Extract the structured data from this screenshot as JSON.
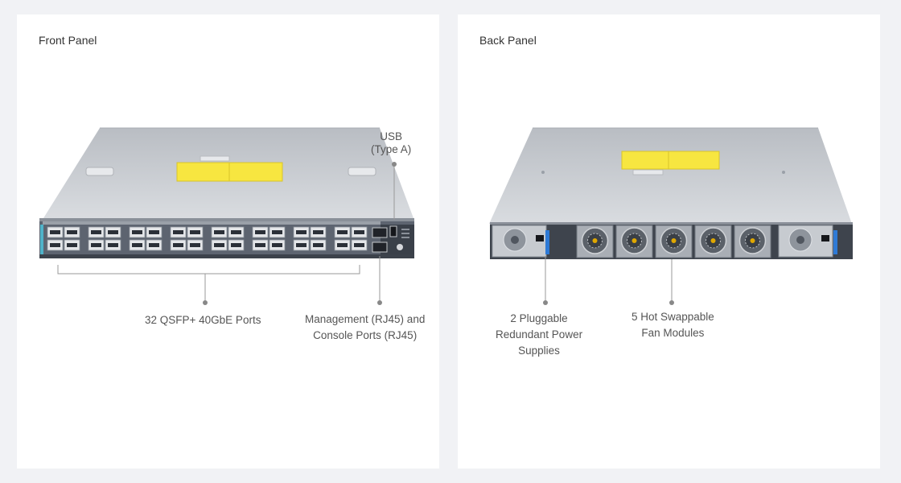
{
  "front": {
    "title": "Front Panel",
    "labels": {
      "usb": [
        "USB",
        "(Type A)"
      ],
      "ports": "32 QSFP+ 40GbE Ports",
      "mgmt": [
        "Management (RJ45) and",
        "Console Ports (RJ45)"
      ]
    }
  },
  "back": {
    "title": "Back Panel",
    "labels": {
      "psu": [
        "2 Pluggable",
        "Redundant Power",
        "Supplies"
      ],
      "fans": [
        "5 Hot Swappable",
        "Fan Modules"
      ]
    }
  },
  "colors": {
    "page": "#f1f2f5",
    "panel": "#ffffff",
    "chassis": "#c9ccd1",
    "sticker": "#f7e640",
    "leader": "#999999"
  }
}
